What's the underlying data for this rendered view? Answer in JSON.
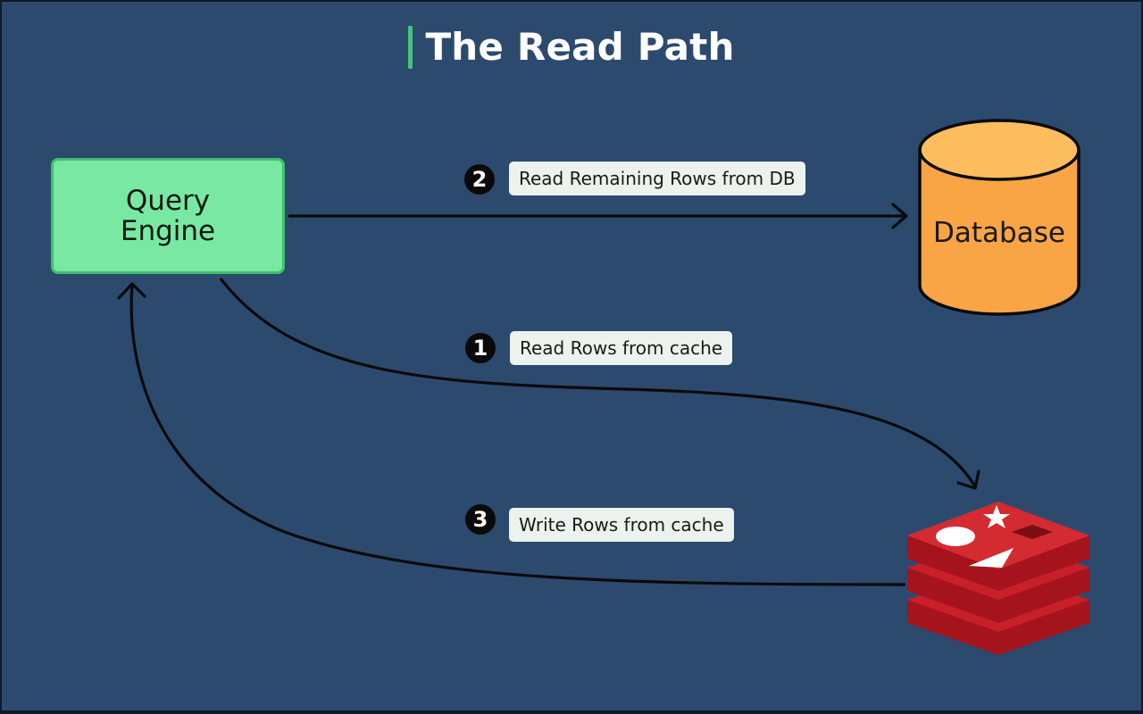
{
  "title": "The Read Path",
  "nodes": {
    "query_engine": {
      "line1": "Query",
      "line2": "Engine"
    },
    "database": {
      "label": "Database"
    }
  },
  "steps": [
    {
      "number": "2",
      "label": "Read Remaining Rows from DB"
    },
    {
      "number": "1",
      "label": "Read Rows from cache"
    },
    {
      "number": "3",
      "label": "Write Rows from cache"
    }
  ],
  "colors": {
    "background": "#2c4a6e",
    "accent": "#43c47a",
    "query_engine_fill": "#79e8a3",
    "database_fill": "#f9a445",
    "cache_fill": "#c8202a"
  },
  "icons": {
    "database": "database-cylinder-icon",
    "cache": "redis-cache-icon"
  }
}
